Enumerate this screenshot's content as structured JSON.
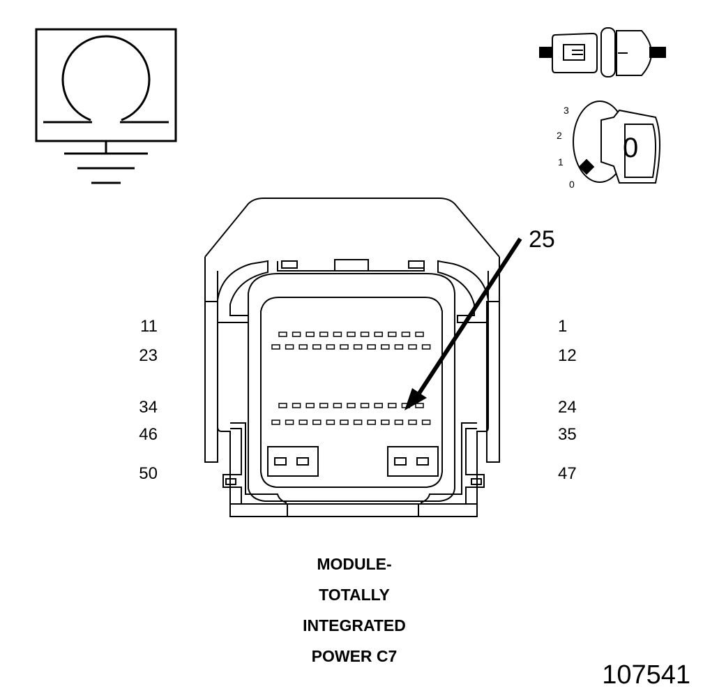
{
  "connector": {
    "callout_pin": "25",
    "left_pin_labels": [
      "11",
      "23",
      "34",
      "46",
      "50"
    ],
    "right_pin_labels": [
      "1",
      "12",
      "24",
      "35",
      "47"
    ],
    "pin_rows": [
      {
        "row": 1,
        "pins": 11
      },
      {
        "row": 2,
        "pins": 12
      },
      {
        "row": 3,
        "pins": 11
      },
      {
        "row": 4,
        "pins": 12
      }
    ],
    "power_blocks": [
      {
        "pins": 2
      },
      {
        "pins": 2
      }
    ]
  },
  "ignition_switch": {
    "positions": [
      "3",
      "2",
      "1",
      "0"
    ],
    "key_label": "0"
  },
  "title_lines": [
    "MODULE-",
    "TOTALLY",
    "INTEGRATED",
    "POWER C7"
  ],
  "figure_id": "107541",
  "icons": {
    "meter": "ohmmeter-icon",
    "ground": "ground-icon",
    "connector": "disconnected-connector-icon",
    "ignition": "ignition-key-icon"
  }
}
